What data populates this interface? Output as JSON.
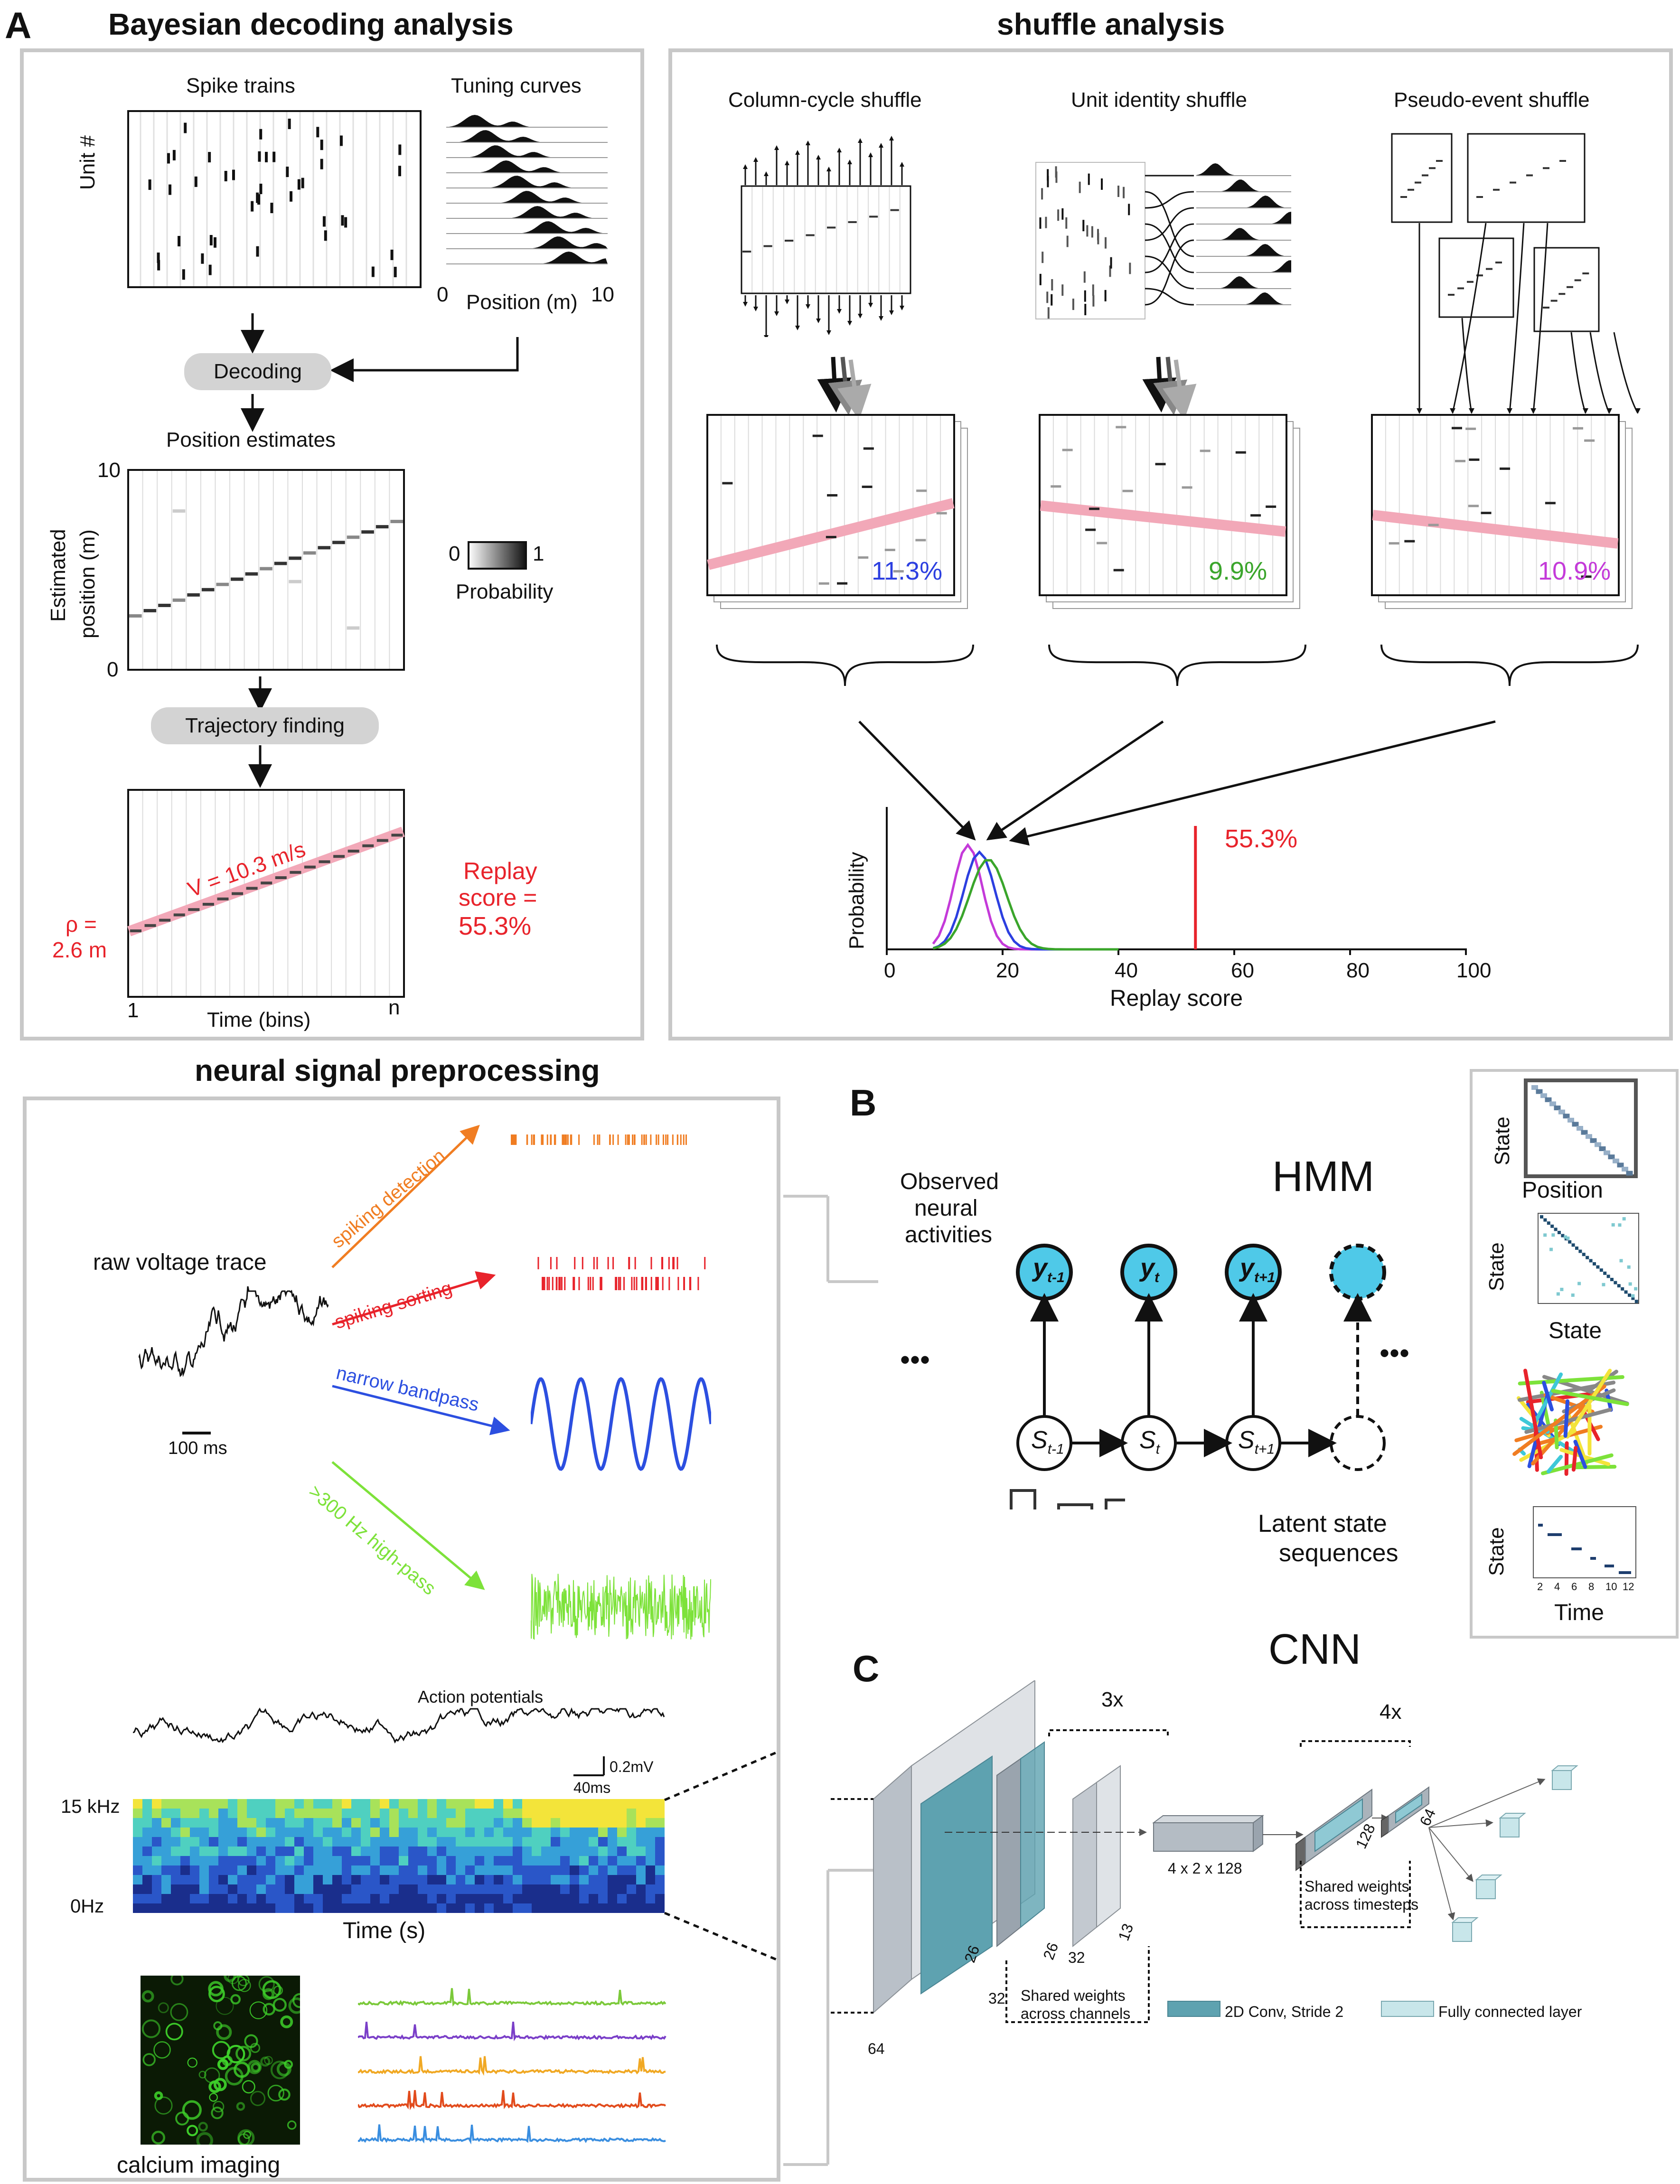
{
  "panelA": {
    "letter": "A",
    "title": "Bayesian decoding analysis",
    "spike_trains": "Spike trains",
    "tuning_curves": "Tuning curves",
    "unit_axis": "Unit #",
    "tc_axis_min": "0",
    "tc_axis_max": "10",
    "tc_axis_label": "Position (m)",
    "decoding": "Decoding",
    "position_estimates": "Position estimates",
    "est_axis_label_1": "Estimated",
    "est_axis_label_2": "position (m)",
    "est_axis_max": "10",
    "est_axis_min": "0",
    "prob_min": "0",
    "prob_max": "1",
    "prob_label": "Probability",
    "trajectory_finding": "Trajectory finding",
    "velocity": "V = 10.3 m/s",
    "rho_1": "ρ =",
    "rho_2": "2.6 m",
    "replay_1": "Replay",
    "replay_2": "score =",
    "replay_3": "55.3%",
    "time_axis_min": "1",
    "time_axis_max": "n",
    "time_axis_label": "Time (bins)"
  },
  "shuffle": {
    "title": "shuffle analysis",
    "col_cycle": "Column-cycle shuffle",
    "unit_identity": "Unit identity shuffle",
    "pseudo_event": "Pseudo-event shuffle",
    "pct_col": "11.3%",
    "pct_unit": "9.9%",
    "pct_pseudo": "10.9%",
    "col_color": "#2c3fe0",
    "unit_color": "#3aa52b",
    "pseudo_color": "#c43ad9",
    "hist_ylabel": "Probability",
    "hist_xlabel": "Replay score",
    "hist_marker": "55.3%",
    "hist_ticks": [
      "0",
      "20",
      "40",
      "60",
      "80",
      "100"
    ]
  },
  "preproc": {
    "title": "neural signal preprocessing",
    "raw_trace": "raw voltage trace",
    "scale_100ms": "100 ms",
    "spiking_detection": "spiking detection",
    "spiking_sorting": "spiking sorting",
    "narrow_bandpass": "narrow bandpass",
    "high_pass": ">300 Hz high-pass",
    "action_potentials": "Action potentials",
    "scale_40ms": "40ms",
    "scale_02mv": "0.2mV",
    "freq_top": "15 kHz",
    "freq_bottom": "0Hz",
    "time_s": "Time (s)",
    "calcium": "calcium imaging"
  },
  "panelB": {
    "letter": "B",
    "hmm": "HMM",
    "observed_1": "Observed",
    "observed_2": "neural",
    "observed_3": "activities",
    "y_prev": "y",
    "y_prev_sub": "t-1",
    "y_cur": "y",
    "y_cur_sub": "t",
    "y_next": "y",
    "y_next_sub": "t+1",
    "s_prev": "S",
    "s_prev_sub": "t-1",
    "s_cur": "S",
    "s_cur_sub": "t",
    "s_next": "S",
    "s_next_sub": "t+1",
    "dots": "•••",
    "latent_1": "Latent state",
    "latent_2": "sequences",
    "node_color": "#4fc9e8",
    "side_state": "State",
    "side_position": "Position",
    "side_time": "Time",
    "side_ticks_time": [
      "2",
      "4",
      "6",
      "8",
      "10",
      "12"
    ]
  },
  "panelC": {
    "letter": "C",
    "cnn": "CNN",
    "rep_3x": "3x",
    "rep_4x": "4x",
    "dim_64": "64",
    "dim_32a": "32",
    "dim_26a": "26",
    "dim_26b": "26",
    "dim_32b": "32",
    "dim_13": "13",
    "block": "4 x 2 x 128",
    "dim_128": "128",
    "dim_64b": "64",
    "shared_channels_1": "Shared weights",
    "shared_channels_2": "across channels",
    "shared_time_1": "Shared weights",
    "shared_time_2": "across timesteps",
    "legend_conv": "2D Conv, Stride 2",
    "legend_fc": "Fully connected layer"
  }
}
